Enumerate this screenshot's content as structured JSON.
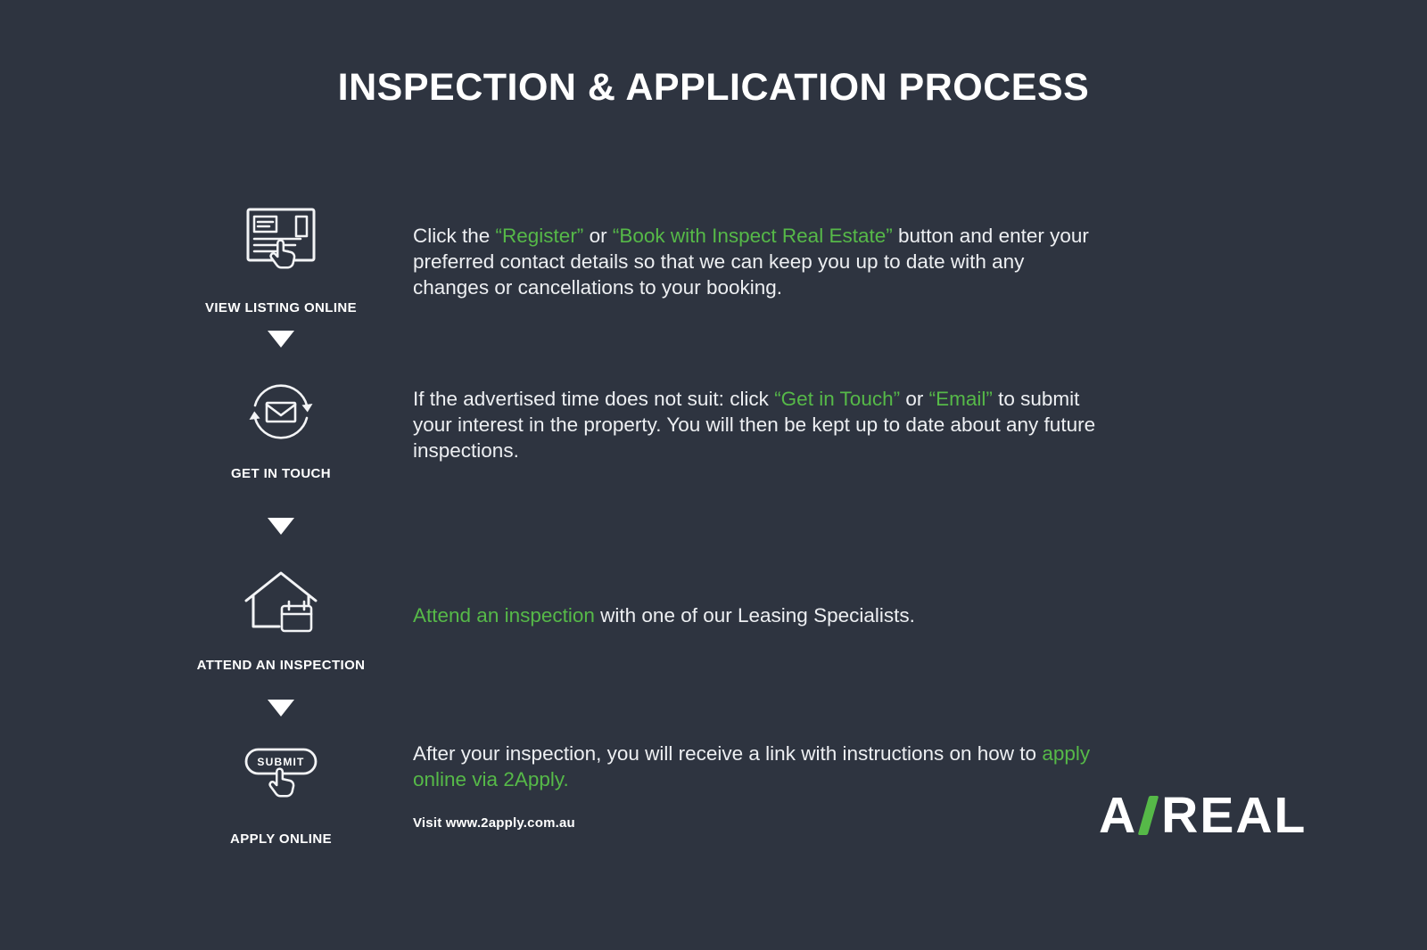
{
  "title": "INSPECTION & APPLICATION PROCESS",
  "colors": {
    "background": "#2e3440",
    "accent_green": "#56b948",
    "text": "#ffffff"
  },
  "steps": [
    {
      "label": "VIEW LISTING ONLINE",
      "icon": "listing-cursor-icon",
      "description": [
        {
          "text": "Click the "
        },
        {
          "text": "“Register”",
          "green": true
        },
        {
          "text": " or "
        },
        {
          "text": "“Book with Inspect Real Estate”",
          "green": true
        },
        {
          "text": " button and enter your preferred contact details so that we can keep you up to date with any changes or cancellations to your booking."
        }
      ]
    },
    {
      "label": "GET IN TOUCH",
      "icon": "envelope-sync-icon",
      "description": [
        {
          "text": "If the advertised time does not suit: click "
        },
        {
          "text": "“Get in Touch”",
          "green": true
        },
        {
          "text": " or "
        },
        {
          "text": "“Email”",
          "green": true
        },
        {
          "text": " to submit your interest in the property. You will then be kept up to date about any future inspections."
        }
      ]
    },
    {
      "label": "ATTEND AN INSPECTION",
      "icon": "house-calendar-icon",
      "description": [
        {
          "text": "Attend an inspection",
          "green": true
        },
        {
          "text": " with one of our Leasing Specialists."
        }
      ]
    },
    {
      "label": "APPLY ONLINE",
      "icon": "submit-cursor-icon",
      "description": [
        {
          "text": "After your inspection, you will receive a link with instructions on how to "
        },
        {
          "text": "apply online via 2Apply.",
          "green": true
        }
      ],
      "note": "Visit www.2apply.com.au"
    }
  ],
  "submit_button_label": "SUBMIT",
  "logo": {
    "prefix": "A",
    "suffix": "REAL",
    "slash": "green-slash"
  }
}
